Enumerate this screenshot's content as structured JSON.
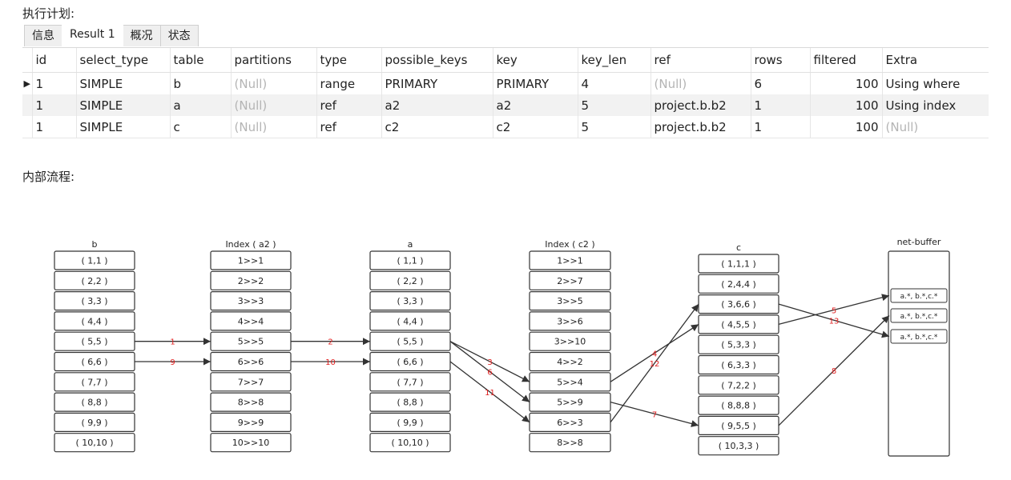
{
  "headings": {
    "plan": "执行计划:",
    "flow": "内部流程:"
  },
  "tabs": [
    "信息",
    "Result 1",
    "概况",
    "状态"
  ],
  "active_tab": 1,
  "explain": {
    "columns": [
      "id",
      "select_type",
      "table",
      "partitions",
      "type",
      "possible_keys",
      "key",
      "key_len",
      "ref",
      "rows",
      "filtered",
      "Extra"
    ],
    "rows": [
      [
        "1",
        "SIMPLE",
        "b",
        "(Null)",
        "range",
        "PRIMARY",
        "PRIMARY",
        "4",
        "(Null)",
        "6",
        "100",
        "Using where"
      ],
      [
        "1",
        "SIMPLE",
        "a",
        "(Null)",
        "ref",
        "a2",
        "a2",
        "5",
        "project.b.b2",
        "1",
        "100",
        "Using index"
      ],
      [
        "1",
        "SIMPLE",
        "c",
        "(Null)",
        "ref",
        "c2",
        "c2",
        "5",
        "project.b.b2",
        "1",
        "100",
        "(Null)"
      ]
    ],
    "selected_row": 0,
    "null_text": "(Null)"
  },
  "diagram": {
    "columns": [
      {
        "title": "b",
        "cells": [
          "( 1,1 )",
          "( 2,2 )",
          "( 3,3 )",
          "( 4,4 )",
          "( 5,5 )",
          "( 6,6 )",
          "( 7,7 )",
          "( 8,8 )",
          "( 9,9 )",
          "( 10,10 )"
        ]
      },
      {
        "title": "Index ( a2 )",
        "cells": [
          "1>>1",
          "2>>2",
          "3>>3",
          "4>>4",
          "5>>5",
          "6>>6",
          "7>>7",
          "8>>8",
          "9>>9",
          "10>>10"
        ]
      },
      {
        "title": "a",
        "cells": [
          "( 1,1 )",
          "( 2,2 )",
          "( 3,3 )",
          "( 4,4 )",
          "( 5,5 )",
          "( 6,6 )",
          "( 7,7 )",
          "( 8,8 )",
          "( 9,9 )",
          "( 10,10 )"
        ]
      },
      {
        "title": "Index ( c2 )",
        "cells": [
          "1>>1",
          "2>>7",
          "3>>5",
          "3>>6",
          "3>>10",
          "4>>2",
          "5>>4",
          "5>>9",
          "6>>3",
          "8>>8"
        ]
      },
      {
        "title": "c",
        "cells": [
          "( 1,1,1 )",
          "( 2,4,4 )",
          "( 3,6,6 )",
          "( 4,5,5 )",
          "( 5,3,3 )",
          "( 6,3,3 )",
          "( 7,2,2 )",
          "( 8,8,8 )",
          "( 9,5,5 )",
          "( 10,3,3 )"
        ]
      }
    ],
    "buffer": {
      "title": "net-buffer",
      "items": [
        "a.*, b.*,c.*",
        "a.*, b.*,c.*",
        "a.*, b.*,c.*"
      ]
    },
    "arrows": [
      {
        "from": [
          0,
          4
        ],
        "to": [
          1,
          4
        ],
        "label": "1"
      },
      {
        "from": [
          0,
          5
        ],
        "to": [
          1,
          5
        ],
        "label": "9"
      },
      {
        "from": [
          1,
          4
        ],
        "to": [
          2,
          4
        ],
        "label": "2"
      },
      {
        "from": [
          1,
          5
        ],
        "to": [
          2,
          5
        ],
        "label": "10"
      },
      {
        "from": [
          2,
          4
        ],
        "to": [
          3,
          6
        ],
        "label": "3"
      },
      {
        "from": [
          2,
          4
        ],
        "to": [
          3,
          7
        ],
        "label": "6"
      },
      {
        "from": [
          2,
          5
        ],
        "to": [
          3,
          8
        ],
        "label": "11"
      },
      {
        "from": [
          3,
          6
        ],
        "to": [
          4,
          3
        ],
        "label": "4"
      },
      {
        "from": [
          3,
          8
        ],
        "to": [
          4,
          2
        ],
        "label": "12"
      },
      {
        "from": [
          3,
          7
        ],
        "to": [
          4,
          8
        ],
        "label": "7"
      },
      {
        "from": [
          4,
          3
        ],
        "to": [
          "buf",
          0
        ],
        "label": "5"
      },
      {
        "from": [
          4,
          2
        ],
        "to": [
          "buf",
          2
        ],
        "label": "13"
      },
      {
        "from": [
          4,
          8
        ],
        "to": [
          "buf",
          1
        ],
        "label": "8"
      }
    ],
    "arrow_color": "#333333",
    "label_color": "#e02020"
  }
}
